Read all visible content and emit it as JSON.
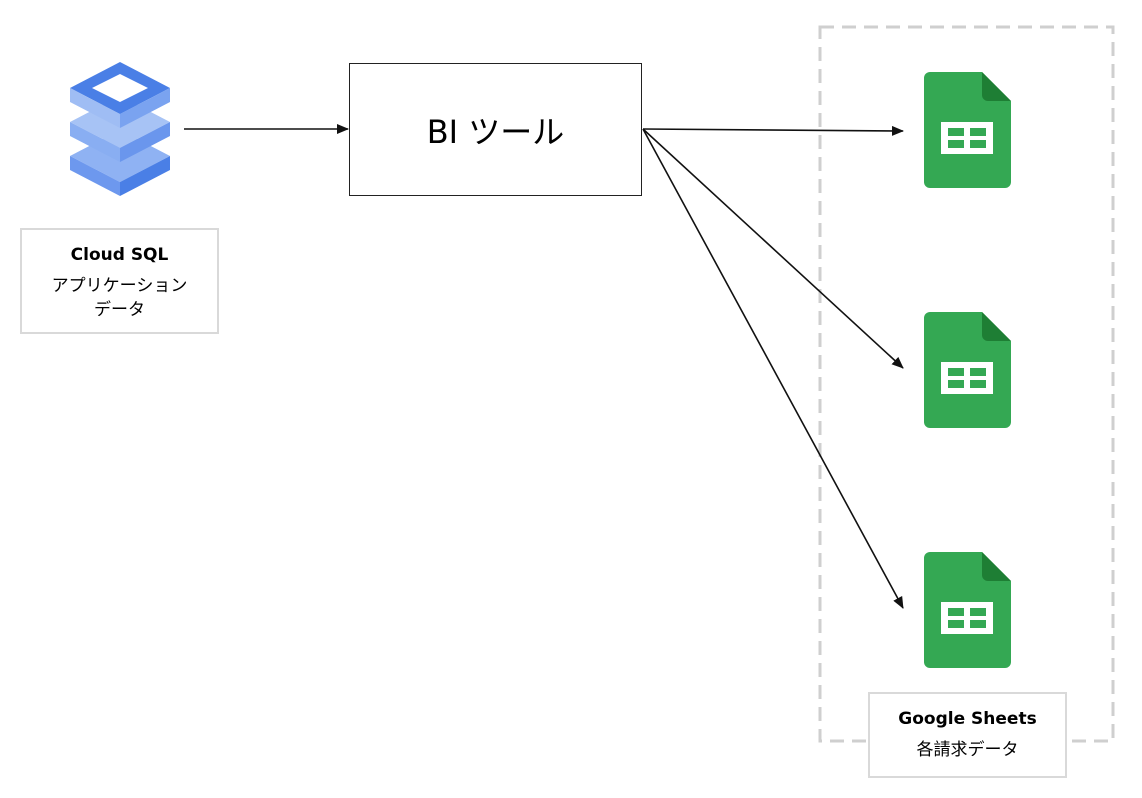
{
  "source": {
    "title": "Cloud SQL",
    "subtitle_line1": "アプリケーション",
    "subtitle_line2": "データ",
    "icon": "cloud-sql-database-icon"
  },
  "processor": {
    "label": "BI ツール"
  },
  "destination": {
    "title": "Google Sheets",
    "subtitle": "各請求データ",
    "icon": "google-sheets-icon",
    "sheet_count": 3
  },
  "colors": {
    "sql_dark": "#4a7fe6",
    "sql_mid": "#7aa3f0",
    "sql_light": "#b5cdf7",
    "sheets_green": "#34a853",
    "sheets_fold": "#1e7e34",
    "group_border": "#cfcfcf",
    "arrow": "#111111"
  }
}
